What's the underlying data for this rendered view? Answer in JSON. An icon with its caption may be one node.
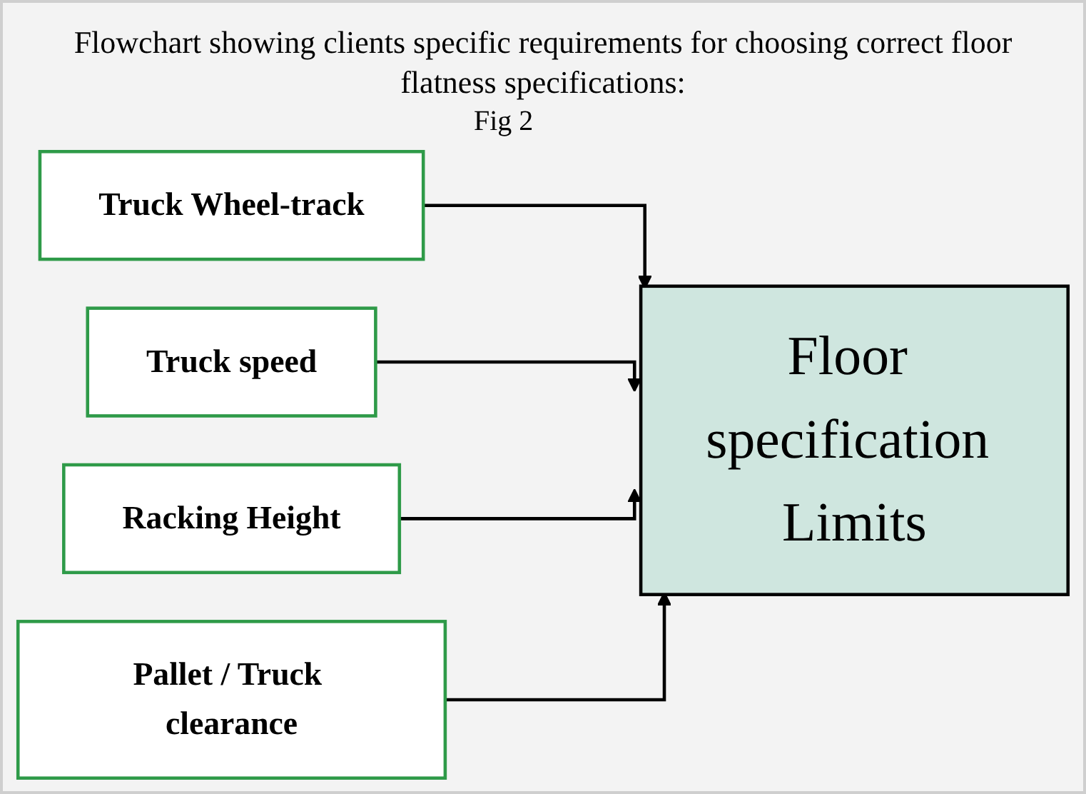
{
  "diagram": {
    "title": "Flowchart showing clients specific requirements for choosing correct floor flatness specifications:",
    "nodes": [
      {
        "text": [
          "Truck Wheel-track"
        ]
      },
      {
        "text": [
          "Truck speed"
        ]
      },
      {
        "text": [
          "Racking Height"
        ]
      },
      {
        "text": [
          "Pallet / Truck clearance"
        ]
      },
      {
        "text": [
          "Floor specification Limits"
        ]
      }
    ],
    "edges": [
      {
        "from": 0,
        "to": 4,
        "arrow": "to"
      },
      {
        "from": 1,
        "to": 4,
        "arrow": "to"
      },
      {
        "from": 2,
        "to": 4,
        "arrow": "to"
      },
      {
        "from": 3,
        "to": 4,
        "arrow": "to"
      }
    ],
    "labels": [
      "Fig 2"
    ]
  }
}
